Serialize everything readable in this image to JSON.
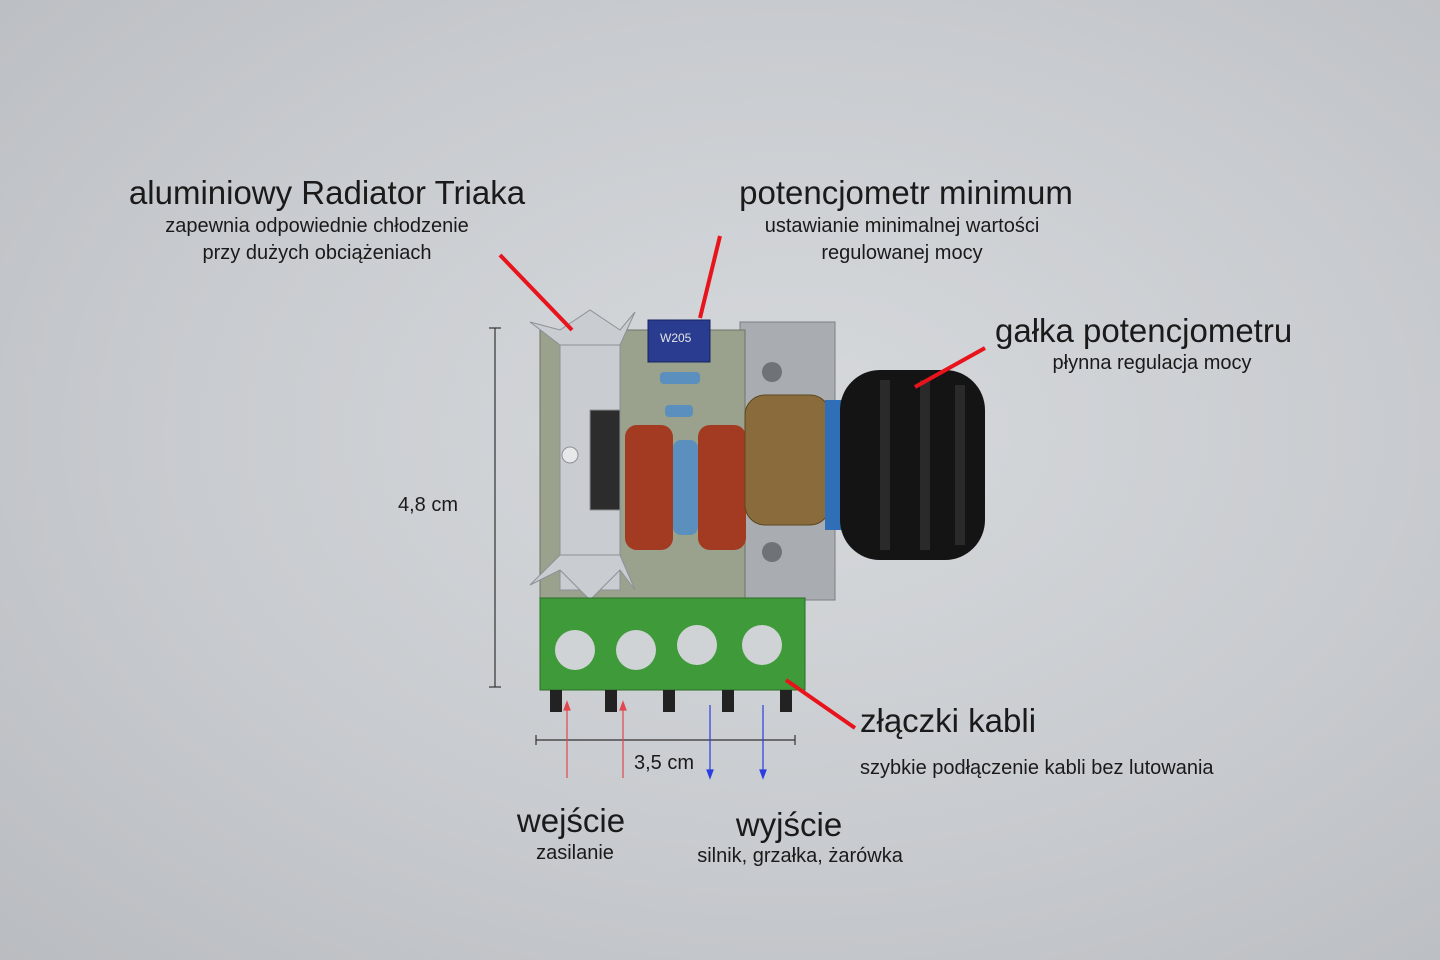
{
  "annotations": {
    "heatsink": {
      "title": "aluminiowy Radiator Triaka",
      "line1": "zapewnia odpowiednie chłodzenie",
      "line2": "przy dużych obciążeniach"
    },
    "trimmer": {
      "title": "potencjometr minimum",
      "line1": "ustawianie minimalnej wartości",
      "line2": "regulowanej mocy"
    },
    "knob": {
      "title": "gałka potencjometru",
      "line1": "płynna regulacja mocy"
    },
    "terminals": {
      "title": "złączki kabli",
      "line1": "szybkie podłączenie kabli bez lutowania"
    },
    "input": {
      "title": "wejście",
      "line1": "zasilanie"
    },
    "output": {
      "title": "wyjście",
      "line1": "silnik, grzałka, żarówka"
    }
  },
  "dimensions": {
    "height": "4,8 cm",
    "width": "3,5 cm"
  },
  "component_marking": "W205",
  "colors": {
    "pointer": "#e8141c",
    "input_arrow": "#e0484e",
    "output_arrow": "#2a3ee0",
    "terminal_green": "#3f9a3a"
  }
}
